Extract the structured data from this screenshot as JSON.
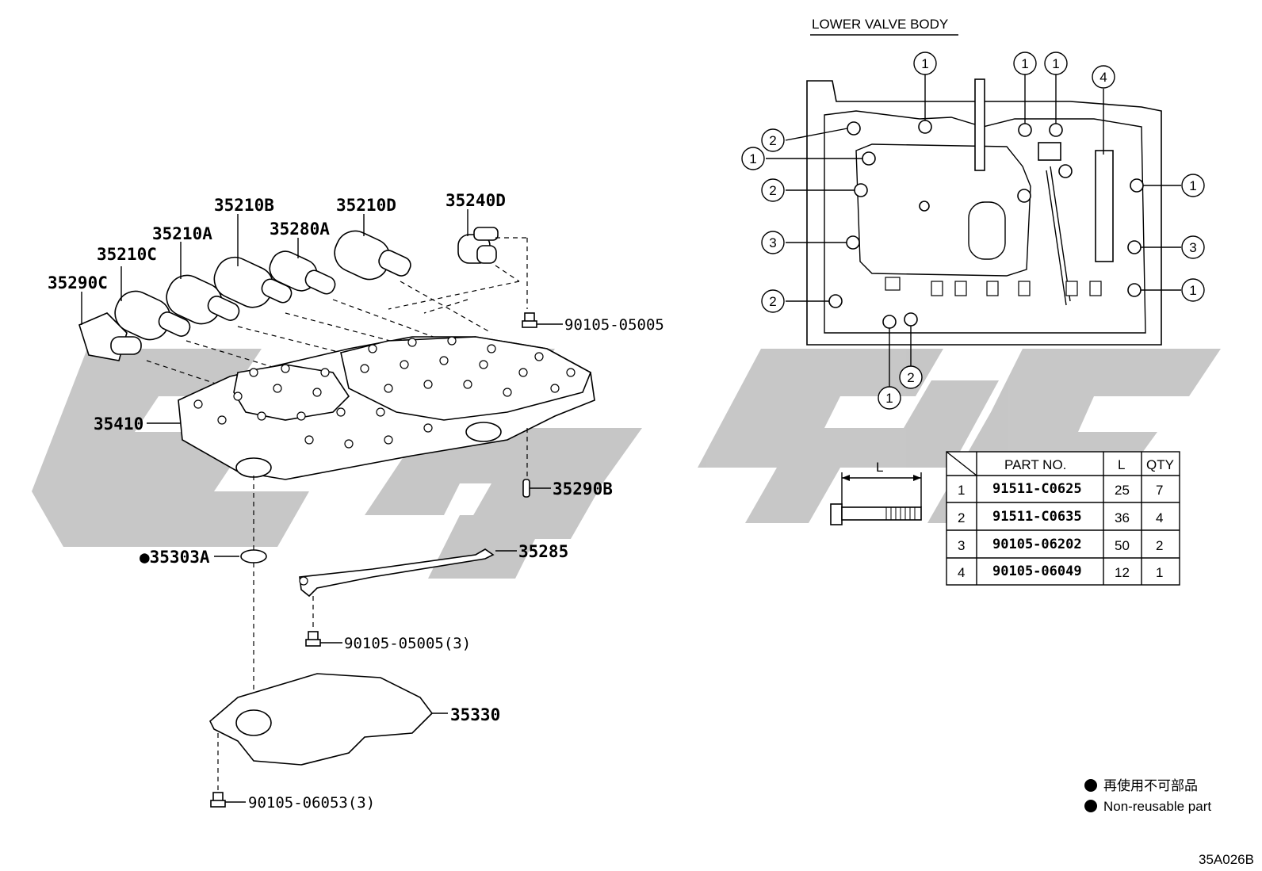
{
  "title": "LOWER VALVE BODY",
  "diagram_code": "35A026B",
  "part_labels": {
    "p35290C": "35290C",
    "p35210C": "35210C",
    "p35210A": "35210A",
    "p35210B": "35210B",
    "p35280A": "35280A",
    "p35210D": "35210D",
    "p35240D": "35240D",
    "p90105_05005": "90105-05005",
    "p35410": "35410",
    "p35290B": "35290B",
    "p35303A": "●35303A",
    "p35285": "35285",
    "p90105_05005_3": "90105-05005(3)",
    "p35330": "35330",
    "p90105_06053_3": "90105-06053(3)"
  },
  "bolt_dimension_label": "L",
  "callouts": {
    "one": "1",
    "two": "2",
    "three": "3",
    "four": "4"
  },
  "bolt_table": {
    "headers": [
      "",
      "PART NO.",
      "L",
      "QTY"
    ],
    "rows": [
      [
        "1",
        "91511-C0625",
        "25",
        "7"
      ],
      [
        "2",
        "91511-C0635",
        "36",
        "4"
      ],
      [
        "3",
        "90105-06202",
        "50",
        "2"
      ],
      [
        "4",
        "90105-06049",
        "12",
        "1"
      ]
    ]
  },
  "legend": {
    "line1": "再使用不可部品",
    "line2": "Non-reusable part"
  }
}
